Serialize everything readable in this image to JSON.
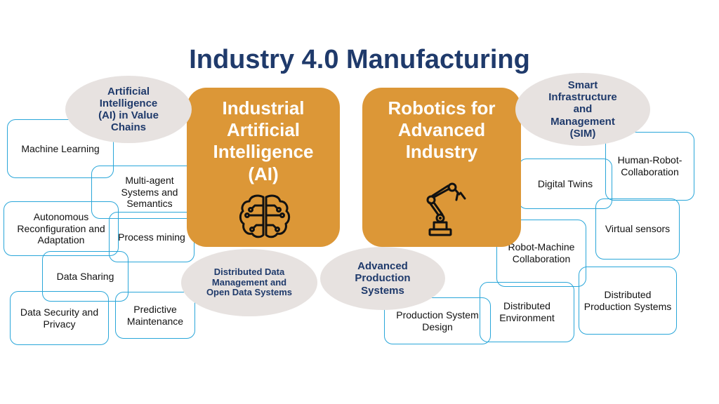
{
  "title": "Industry 4.0 Manufacturing",
  "pillars": {
    "industrial_ai": "Industrial Artificial Intelligence (AI)",
    "robotics": "Robotics for Advanced Industry"
  },
  "ellipses": {
    "ai_value_chains": "Artificial Intelligence (AI) in Value Chains",
    "sim": "Smart Infrastructure and Management (SIM)",
    "distributed_data": "Distributed Data Management and Open Data Systems",
    "advanced_production": "Advanced Production Systems"
  },
  "left_boxes": {
    "machine_learning": "Machine Learning",
    "multi_agent": "Multi-agent Systems and Semantics",
    "autonomous": "Autonomous Reconfiguration and Adaptation",
    "process_mining": "Process mining",
    "data_sharing": "Data Sharing",
    "data_security": "Data Security and Privacy",
    "predictive": "Predictive Maintenance"
  },
  "right_boxes": {
    "human_robot": "Human-Robot-Collaboration",
    "digital_twins": "Digital Twins",
    "virtual_sensors": "Virtual sensors",
    "robot_machine": "Robot-Machine Collaboration",
    "distributed_production": "Distributed Production Systems",
    "distributed_env": "Distributed Environment",
    "production_design": "Production System Design"
  },
  "icons": {
    "brain": "circuit-brain-icon",
    "robot": "robot-arm-icon"
  },
  "colors": {
    "title": "#1f3a6b",
    "pillar": "#dc9737",
    "ellipse": "#e7e2e0",
    "box_border": "#29a6d9"
  }
}
